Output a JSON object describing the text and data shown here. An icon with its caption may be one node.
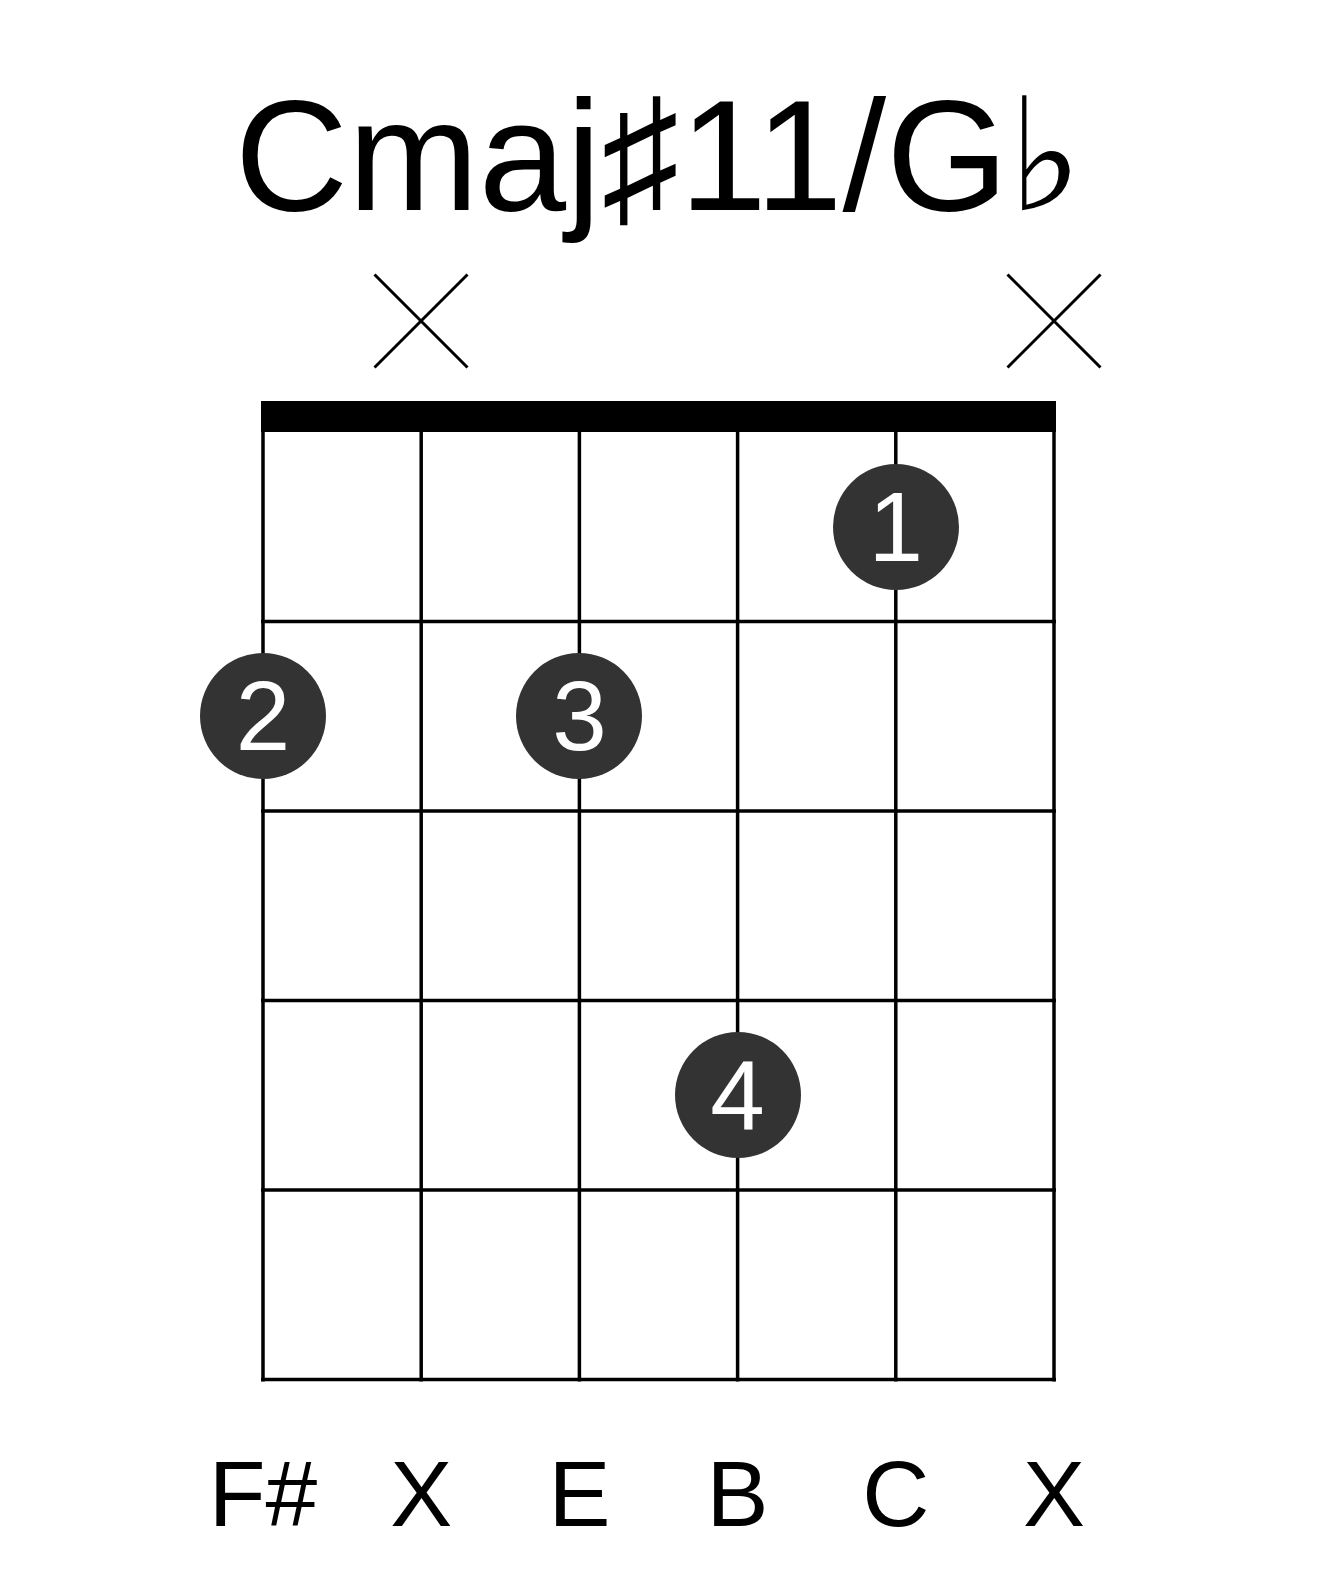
{
  "diagram": {
    "title": "Cmaj♯11/G♭",
    "nodes": [
      {
        "text": [
          "1"
        ]
      },
      {
        "text": [
          "2"
        ]
      },
      {
        "text": [
          "3"
        ]
      },
      {
        "text": [
          "4"
        ]
      }
    ],
    "labels": [
      "F#",
      "X",
      "E",
      "B",
      "C",
      "X"
    ]
  }
}
